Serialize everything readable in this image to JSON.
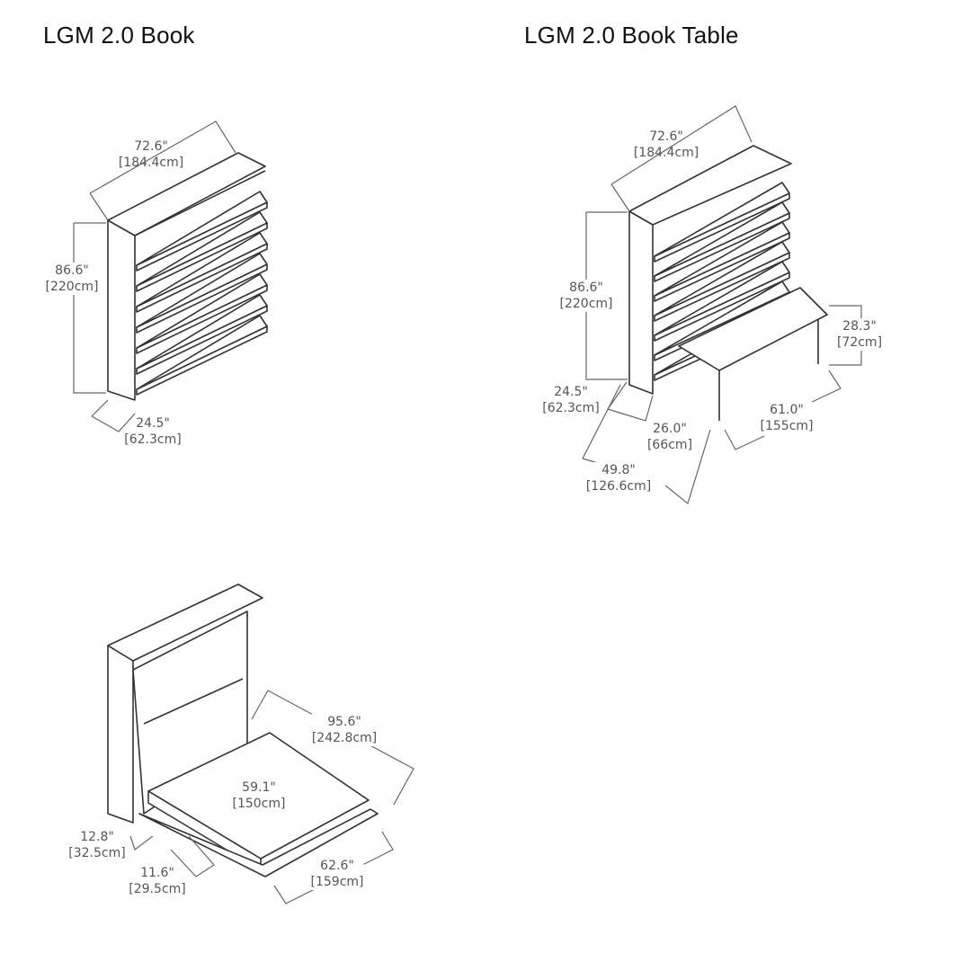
{
  "titles": {
    "book": "LGM 2.0 Book",
    "book_table": "LGM 2.0 Book Table"
  },
  "book": {
    "width": {
      "in": "72.6\"",
      "cm": "[184.4cm]"
    },
    "height": {
      "in": "86.6\"",
      "cm": "[220cm]"
    },
    "depth": {
      "in": "24.5\"",
      "cm": "[62.3cm]"
    }
  },
  "book_table": {
    "width": {
      "in": "72.6\"",
      "cm": "[184.4cm]"
    },
    "height": {
      "in": "86.6\"",
      "cm": "[220cm]"
    },
    "table_height": {
      "in": "28.3\"",
      "cm": "[72cm]"
    },
    "depth": {
      "in": "24.5\"",
      "cm": "[62.3cm]"
    },
    "table_depth": {
      "in": "26.0\"",
      "cm": "[66cm]"
    },
    "table_length": {
      "in": "61.0\"",
      "cm": "[155cm]"
    },
    "total_depth": {
      "in": "49.8\"",
      "cm": "[126.6cm]"
    }
  },
  "bed": {
    "open_depth": {
      "in": "95.6\"",
      "cm": "[242.8cm]"
    },
    "mattress_width": {
      "in": "59.1\"",
      "cm": "[150cm]"
    },
    "leg_depth": {
      "in": "12.8\"",
      "cm": "[32.5cm]"
    },
    "foot_depth": {
      "in": "11.6\"",
      "cm": "[29.5cm]"
    },
    "bed_width": {
      "in": "62.6\"",
      "cm": "[159cm]"
    }
  }
}
